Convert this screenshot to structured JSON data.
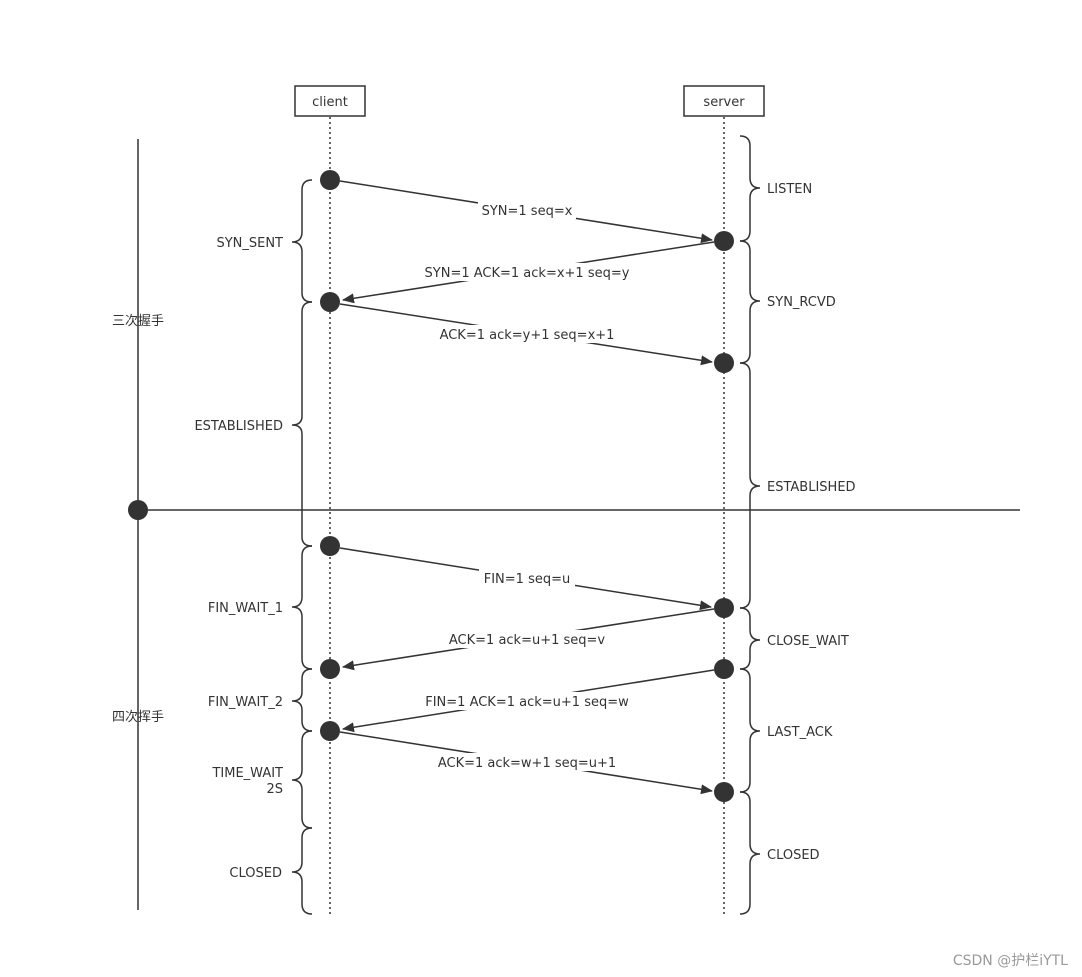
{
  "actors": {
    "client": "client",
    "server": "server"
  },
  "phases": {
    "handshake": "三次握手",
    "teardown": "四次挥手"
  },
  "messages": [
    {
      "label": "SYN=1 seq=x",
      "from": "client",
      "to": "server"
    },
    {
      "label": "SYN=1 ACK=1 ack=x+1 seq=y",
      "from": "server",
      "to": "client"
    },
    {
      "label": "ACK=1 ack=y+1 seq=x+1",
      "from": "client",
      "to": "server"
    },
    {
      "label": "FIN=1 seq=u",
      "from": "client",
      "to": "server"
    },
    {
      "label": "ACK=1 ack=u+1 seq=v",
      "from": "server",
      "to": "client"
    },
    {
      "label": "FIN=1 ACK=1 ack=u+1 seq=w",
      "from": "server",
      "to": "client"
    },
    {
      "label": "ACK=1 ack=w+1 seq=u+1",
      "from": "client",
      "to": "server"
    }
  ],
  "client_states": {
    "syn_sent": "SYN_SENT",
    "established": "ESTABLISHED",
    "fin_wait_1": "FIN_WAIT_1",
    "fin_wait_2": "FIN_WAIT_2",
    "time_wait": "TIME_WAIT",
    "time_wait_duration": "2S",
    "closed": "CLOSED"
  },
  "server_states": {
    "listen": "LISTEN",
    "syn_rcvd": "SYN_RCVD",
    "established": "ESTABLISHED",
    "close_wait": "CLOSE_WAIT",
    "last_ack": "LAST_ACK",
    "closed": "CLOSED"
  },
  "watermark": "CSDN @护栏iYTL",
  "colors": {
    "line": "#333333",
    "dot": "#333333",
    "text": "#333333",
    "watermark": "#9a9a9a"
  }
}
